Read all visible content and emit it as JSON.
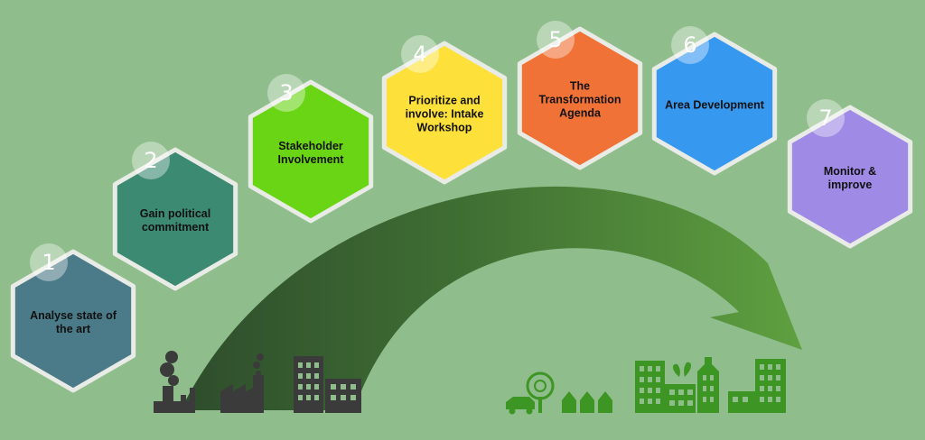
{
  "steps": [
    {
      "number": "1",
      "label": "Analyse state of the art",
      "color": "#4b7a88"
    },
    {
      "number": "2",
      "label": "Gain political commitment",
      "color": "#3d8a72"
    },
    {
      "number": "3",
      "label": "Stakeholder Involvement",
      "color": "#6ad515"
    },
    {
      "number": "4",
      "label": "Prioritize and involve: Intake Workshop",
      "color": "#fde13a"
    },
    {
      "number": "5",
      "label": "The Transformation Agenda",
      "color": "#f07236"
    },
    {
      "number": "6",
      "label": "Area Development",
      "color": "#3798f0"
    },
    {
      "number": "7",
      "label": "Monitor & improve",
      "color": "#9f8ae6"
    }
  ],
  "colors": {
    "background": "#8fbd8b",
    "hexagon_border": "#e9ece6",
    "arrow_dark": "#2e4d2c",
    "arrow_light": "#5fa040",
    "industry_silhouette": "#3b3b3b",
    "green_city": "#3d9624"
  },
  "icons": [
    "smokestack-factory-icon",
    "factory-icon",
    "office-building-icon",
    "eco-car-icon",
    "tree-icon",
    "houses-icon",
    "green-city-icon"
  ]
}
